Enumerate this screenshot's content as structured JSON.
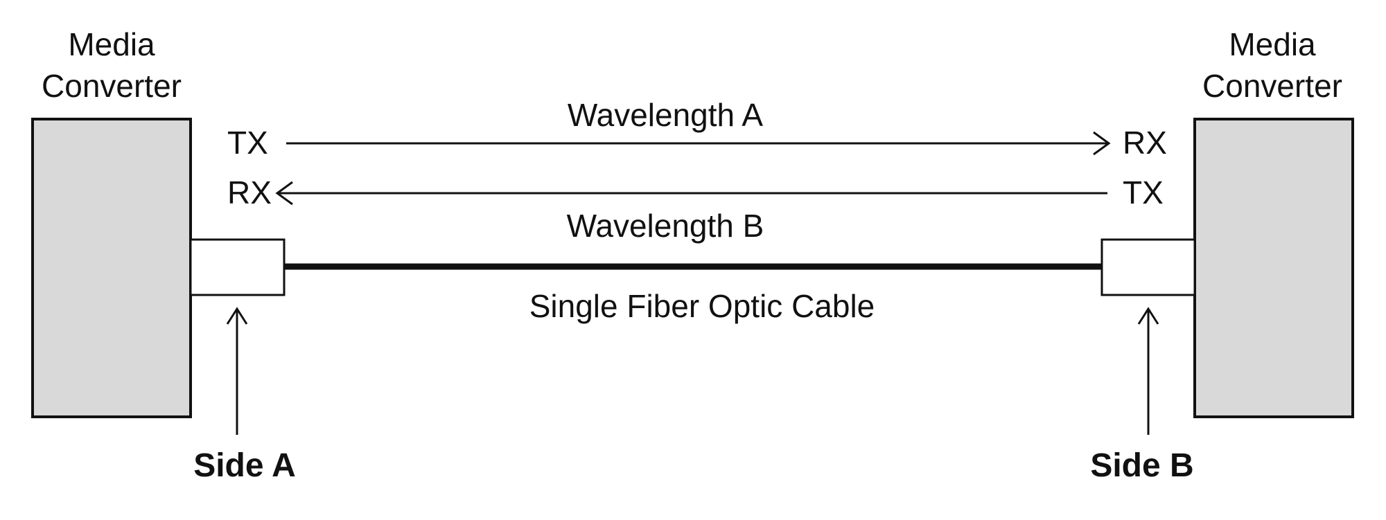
{
  "colors": {
    "box_fill": "#d9d9d9",
    "stroke": "#111111",
    "connector_fill": "#ffffff",
    "background": "#ffffff"
  },
  "left_converter": {
    "label_line1": "Media",
    "label_line2": "Converter",
    "upper_port": "TX",
    "lower_port": "RX"
  },
  "right_converter": {
    "label_line1": "Media",
    "label_line2": "Converter",
    "upper_port": "RX",
    "lower_port": "TX"
  },
  "signals": {
    "upper_label": "Wavelength A",
    "lower_label": "Wavelength B"
  },
  "cable": {
    "label": "Single Fiber Optic Cable"
  },
  "sides": {
    "left": "Side A",
    "right": "Side B"
  }
}
